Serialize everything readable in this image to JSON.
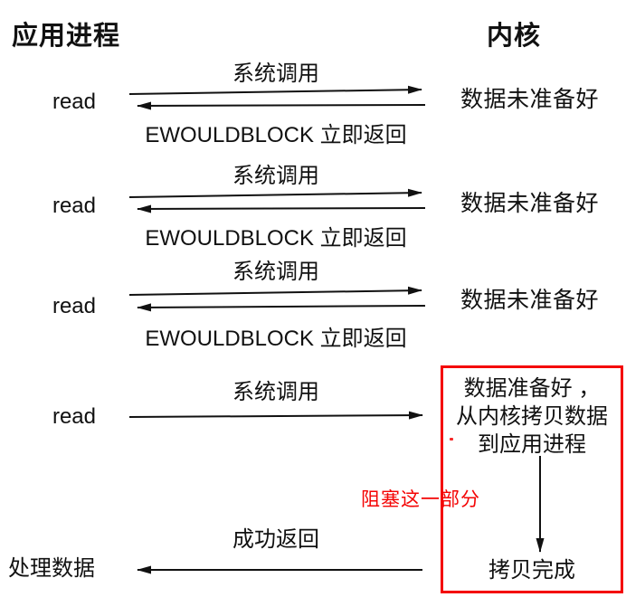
{
  "columns": {
    "left_title": "应用进程",
    "right_title": "内核"
  },
  "rows": [
    {
      "syscall": "系统调用",
      "caller": "read",
      "return_msg": "EWOULDBLOCK 立即返回",
      "kernel_state": "数据未准备好"
    },
    {
      "syscall": "系统调用",
      "caller": "read",
      "return_msg": "EWOULDBLOCK 立即返回",
      "kernel_state": "数据未准备好"
    },
    {
      "syscall": "系统调用",
      "caller": "read",
      "return_msg": "EWOULDBLOCK 立即返回",
      "kernel_state": "数据未准备好"
    }
  ],
  "final_call": {
    "syscall": "系统调用",
    "caller": "read"
  },
  "kernel_box": {
    "line1": "数据准备好 ，",
    "line2": "从内核拷贝数据",
    "line3": "到应用进程",
    "done": "拷贝完成"
  },
  "annotation": {
    "text": "阻塞这一部分"
  },
  "result": {
    "return_msg": "成功返回",
    "process": "处理数据"
  },
  "colors": {
    "text": "#111111",
    "arrow": "#111111",
    "highlight_red": "#f40404"
  }
}
